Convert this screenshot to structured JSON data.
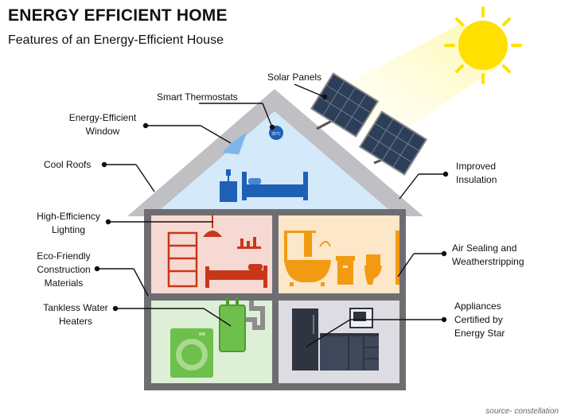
{
  "header": {
    "title": "ENERGY EFFICIENT HOME",
    "subtitle": "Features of an Energy-Efficient House"
  },
  "thermostat_reading": "25°C",
  "labels": {
    "solar_panels": "Solar Panels",
    "smart_thermostats": "Smart Thermostats",
    "energy_efficient_window": "Energy-Efficient\nWindow",
    "cool_roofs": "Cool Roofs",
    "high_efficiency_lighting": "High-Efficiency\nLighting",
    "eco_friendly_materials": "Eco-Friendly\nConstruction\nMaterials",
    "tankless_water_heaters": "Tankless Water\nHeaters",
    "improved_insulation": "Improved\nInsulation",
    "air_sealing": "Air Sealing and\nWeatherstripping",
    "appliances": "Appliances\nCertified by\nEnergy Star"
  },
  "source": "source- constellation",
  "colors": {
    "sun": "#FFE000",
    "attic": "#D4E9FA",
    "bedroom": "#F7D9D3",
    "bathroom": "#FCE7C9",
    "utility": "#DDEFD6",
    "kitchen": "#DCDCE2",
    "frame": "#6E6E72",
    "furniture_blue": "#1E60B6",
    "furniture_red": "#C8361A",
    "furniture_orange": "#F29B12",
    "heater_green": "#6DC04B"
  }
}
